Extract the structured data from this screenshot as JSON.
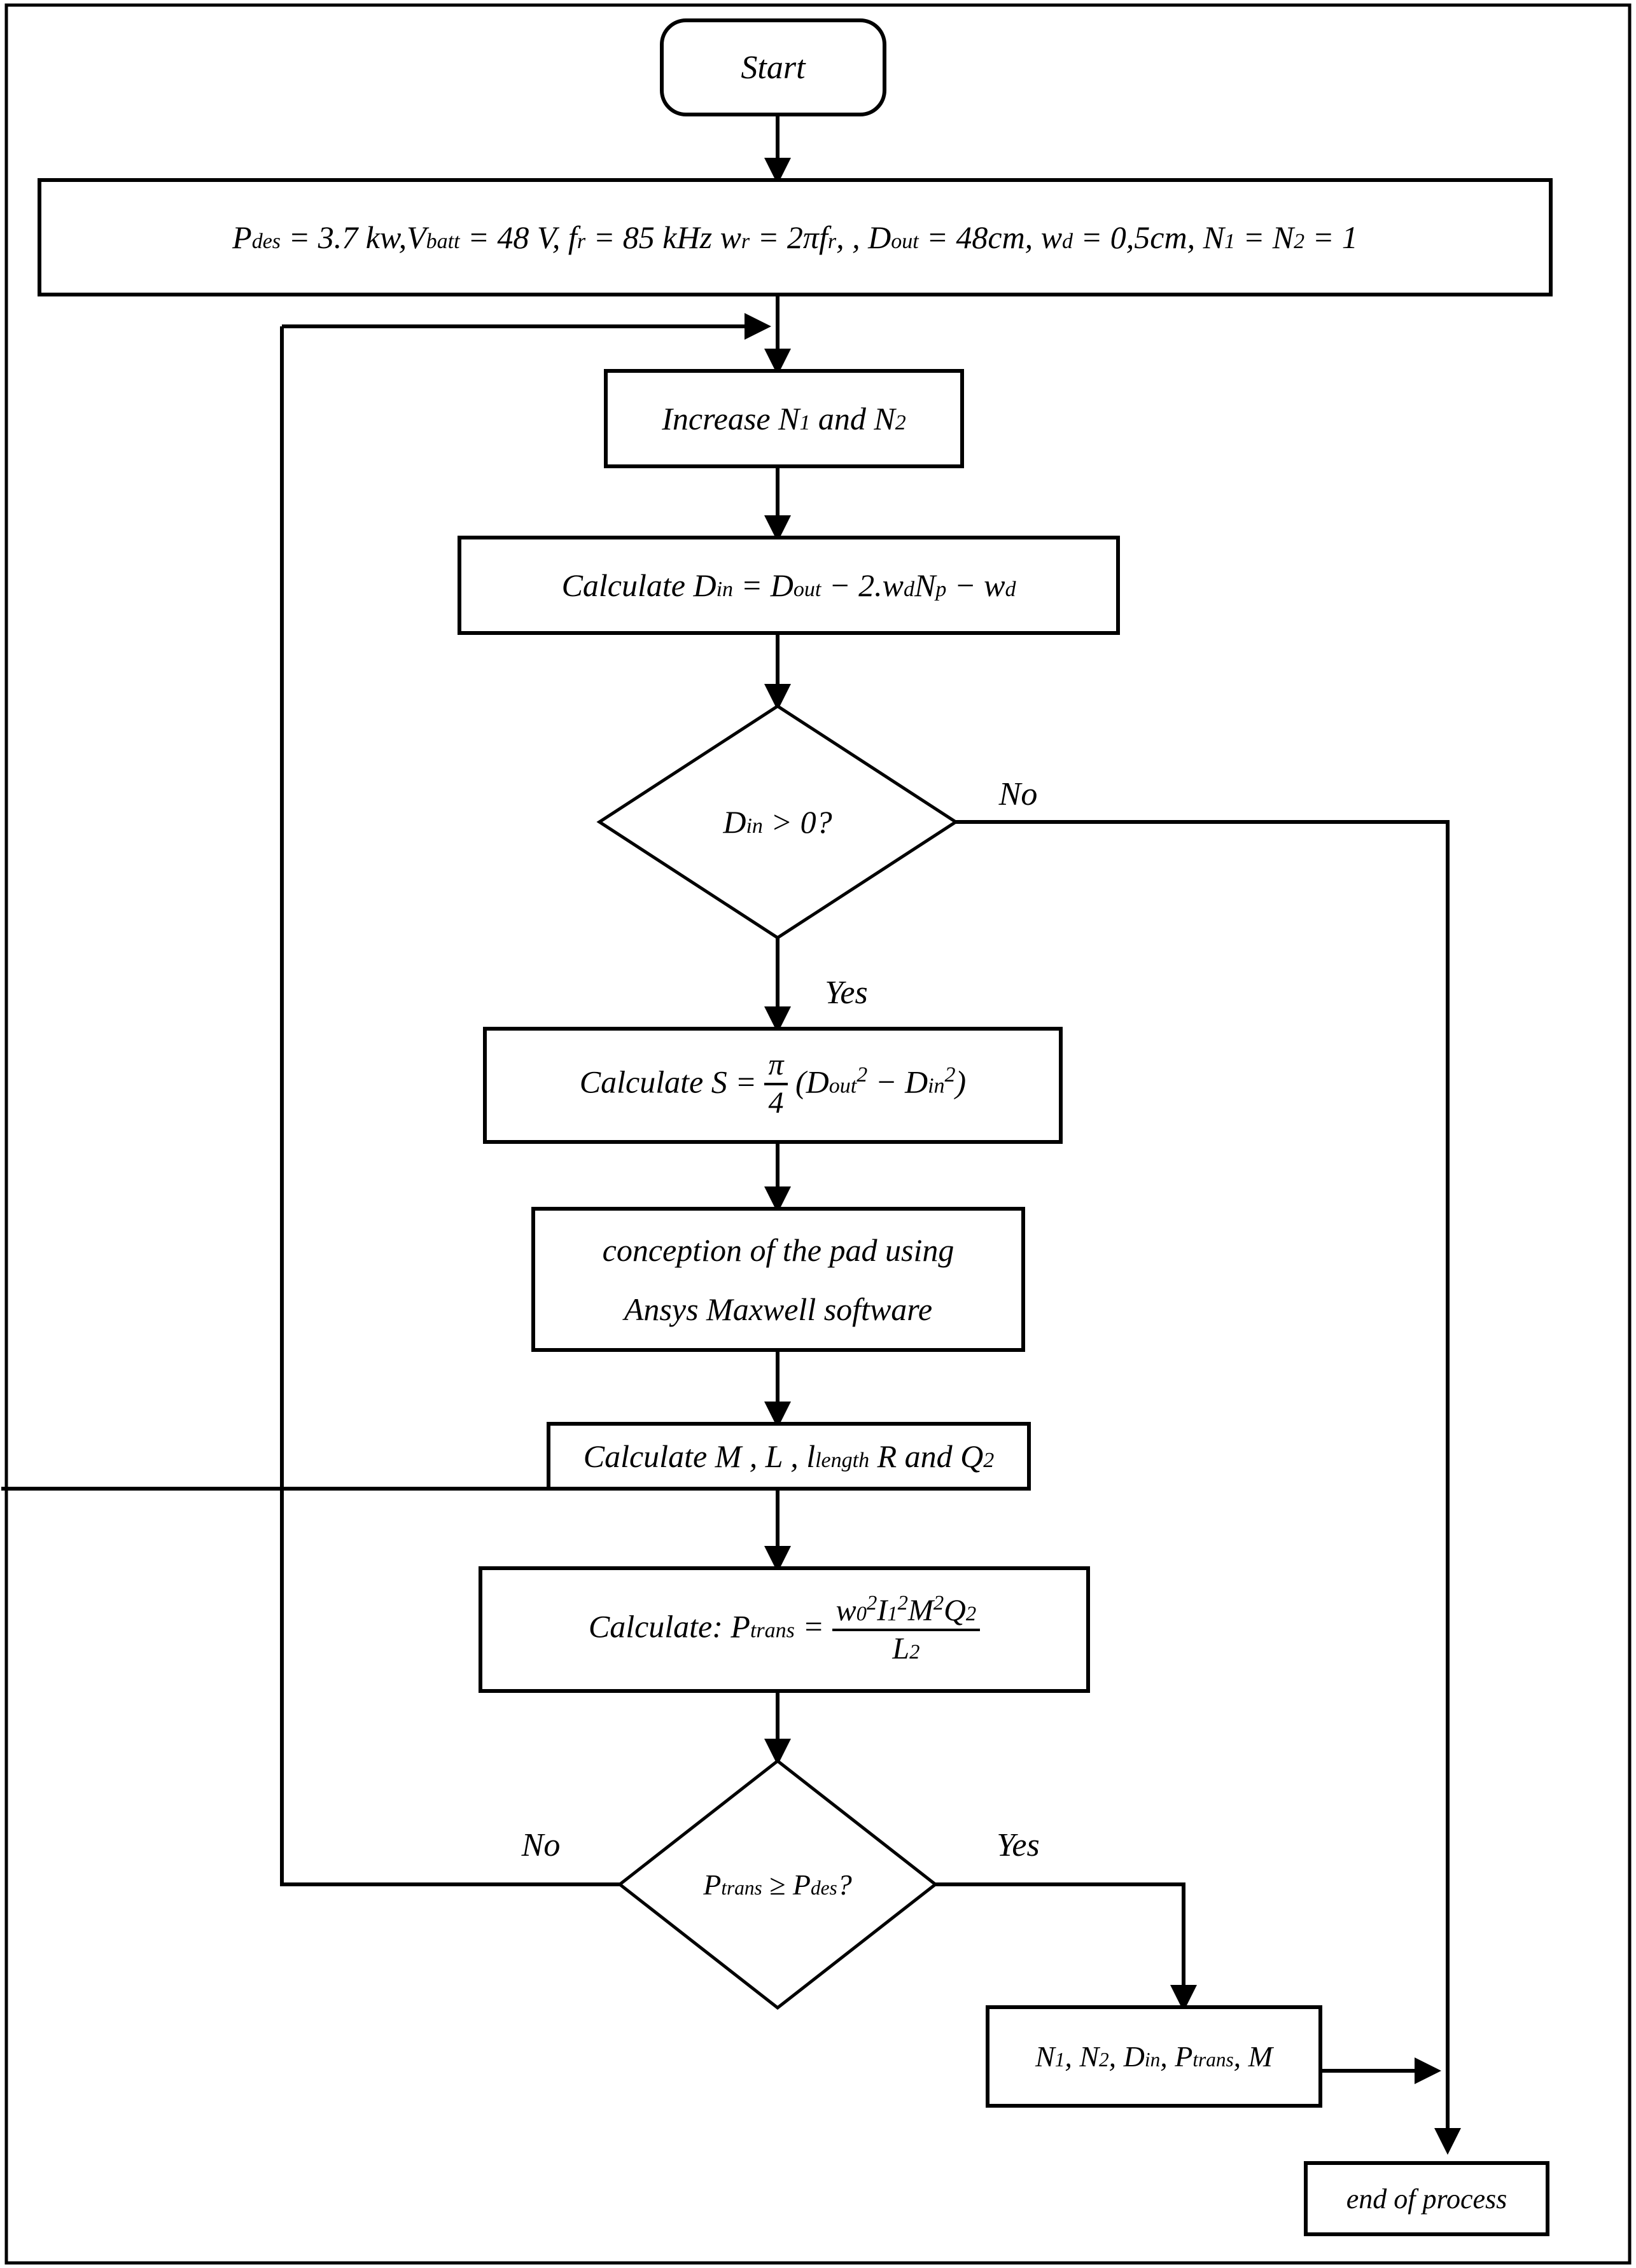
{
  "diagram": {
    "type": "flowchart",
    "title": "Coil pad design optimization flowchart",
    "border": {
      "visible": true,
      "color": "#000000"
    },
    "nodes": [
      {
        "id": "start",
        "shape": "rounded-rectangle",
        "label": "Start"
      },
      {
        "id": "init-params",
        "shape": "rectangle",
        "label": "P_des = 3.7 kw, V_batt = 48 V, f_r = 85 kHz  w_r = 2πf_r, ,  D_out = 48cm, w_d = 0,5cm, N_1 = N_2 = 1",
        "parts": {
          "p_des_base": "P",
          "p_des_sub": "des",
          "p_des_val": "= 3.7 kw,",
          "v_batt_base": "V",
          "v_batt_sub": "batt",
          "v_batt_val": "= 48 V,",
          "fr_base": "f",
          "fr_sub": "r",
          "fr_val": "= 85 kHz",
          "wr_base": "w",
          "wr_sub": "r",
          "wr_val": "= 2πf",
          "wr_val_sub": "r",
          "wr_tail": ", ,",
          "dout_base": "D",
          "dout_sub": "out",
          "dout_val": "= 48cm,",
          "wd_base": "w",
          "wd_sub": "d",
          "wd_val": "= 0,5cm,",
          "n1_base": "N",
          "n1_sub": "1",
          "n_eq": "=",
          "n2_base": "N",
          "n2_sub": "2",
          "n_val": "= 1"
        }
      },
      {
        "id": "increase-n",
        "shape": "rectangle",
        "label": "Increase N_1 and N_2",
        "parts": {
          "lead": "Increase ",
          "n1_base": "N",
          "n1_sub": "1",
          "mid": " and ",
          "n2_base": "N",
          "n2_sub": "2"
        }
      },
      {
        "id": "calc-din",
        "shape": "rectangle",
        "label": "Calculate D_in = D_out − 2.w_d N_p − w_d",
        "parts": {
          "lead": "Calculate ",
          "din_base": "D",
          "din_sub": "in",
          "eq": " = ",
          "dout_base": "D",
          "dout_sub": "out",
          "minus1": " − 2.",
          "wd_base": "w",
          "wd_sub": "d",
          "np_base": "N",
          "np_sub": "p",
          "minus2": " − ",
          "wd2_base": "w",
          "wd2_sub": "d"
        }
      },
      {
        "id": "decide-din",
        "shape": "diamond",
        "label": "D_in > 0?",
        "parts": {
          "din_base": "D",
          "din_sub": "in",
          "rest": " >  0?"
        }
      },
      {
        "id": "calc-s",
        "shape": "rectangle",
        "label": "Calculate S = π/4 (D_out² − D_in²)",
        "parts": {
          "lead": "Calculate S = ",
          "frac_num": "π",
          "frac_den": "4",
          "open": " (",
          "dout_base": "D",
          "dout_sub": "out",
          "dout_sup": "2",
          "minus": " − ",
          "din_base": "D",
          "din_sub": "in",
          "din_sup": "2",
          "close": ")"
        }
      },
      {
        "id": "conception",
        "shape": "rectangle",
        "label_line1": "conception of the pad using",
        "label_line2": "Ansys Maxwell software"
      },
      {
        "id": "calc-mlr",
        "shape": "rectangle",
        "label": "Calculate M, L, l_length R and Q_2",
        "parts": {
          "lead": "Calculate M , L , l",
          "l_sub": "length",
          "mid": " R and Q",
          "q_sub": "2"
        }
      },
      {
        "id": "calc-ptrans",
        "shape": "rectangle",
        "label": "Calculate: P_trans = (w_0² I_1² M² Q_2) / L_2",
        "parts": {
          "lead": "Calculate: P",
          "p_sub": "trans",
          "eq": " = ",
          "num_w": "w",
          "num_w_sub": "0",
          "num_w_sup": "2",
          "num_i": "I",
          "num_i_sub": "1",
          "num_i_sup": "2",
          "num_m": "M",
          "num_m_sup": "2",
          "num_q": "Q",
          "num_q_sub": "2",
          "den_l": "L",
          "den_l_sub": "2"
        }
      },
      {
        "id": "decide-ptrans",
        "shape": "diamond",
        "label": "P_trans ≥ P_des?",
        "parts": {
          "p1_base": "P",
          "p1_sub": "trans",
          "op": " ≥  ",
          "p2_base": "P",
          "p2_sub": "des",
          "q": "?"
        }
      },
      {
        "id": "results",
        "shape": "rectangle",
        "label": "N_1, N_2, D_in, P_trans, M",
        "parts": {
          "n1_base": "N",
          "n1_sub": "1",
          "c1": ", ",
          "n2_base": "N",
          "n2_sub": "2",
          "c2": ", ",
          "din_base": "D",
          "din_sub": "in",
          "c3": ", ",
          "p_base": "P",
          "p_sub": "trans",
          "c4": ", ",
          "m": "M"
        }
      },
      {
        "id": "end",
        "shape": "rectangle",
        "label": "end of process"
      }
    ],
    "edge_labels": {
      "din_no": "No",
      "din_yes": "Yes",
      "ptrans_no": "No",
      "ptrans_yes": "Yes"
    },
    "edges": [
      {
        "from": "start",
        "to": "init-params",
        "label": ""
      },
      {
        "from": "init-params",
        "to": "increase-n",
        "label": ""
      },
      {
        "from": "increase-n",
        "to": "calc-din",
        "label": ""
      },
      {
        "from": "calc-din",
        "to": "decide-din",
        "label": ""
      },
      {
        "from": "decide-din",
        "to": "calc-s",
        "label": "Yes"
      },
      {
        "from": "decide-din",
        "to": "end",
        "label": "No"
      },
      {
        "from": "calc-s",
        "to": "conception",
        "label": ""
      },
      {
        "from": "conception",
        "to": "calc-mlr",
        "label": ""
      },
      {
        "from": "calc-mlr",
        "to": "calc-ptrans",
        "label": ""
      },
      {
        "from": "calc-ptrans",
        "to": "decide-ptrans",
        "label": ""
      },
      {
        "from": "decide-ptrans",
        "to": "increase-n",
        "label": "No"
      },
      {
        "from": "decide-ptrans",
        "to": "results",
        "label": "Yes"
      },
      {
        "from": "results",
        "to": "end",
        "label": ""
      }
    ]
  }
}
